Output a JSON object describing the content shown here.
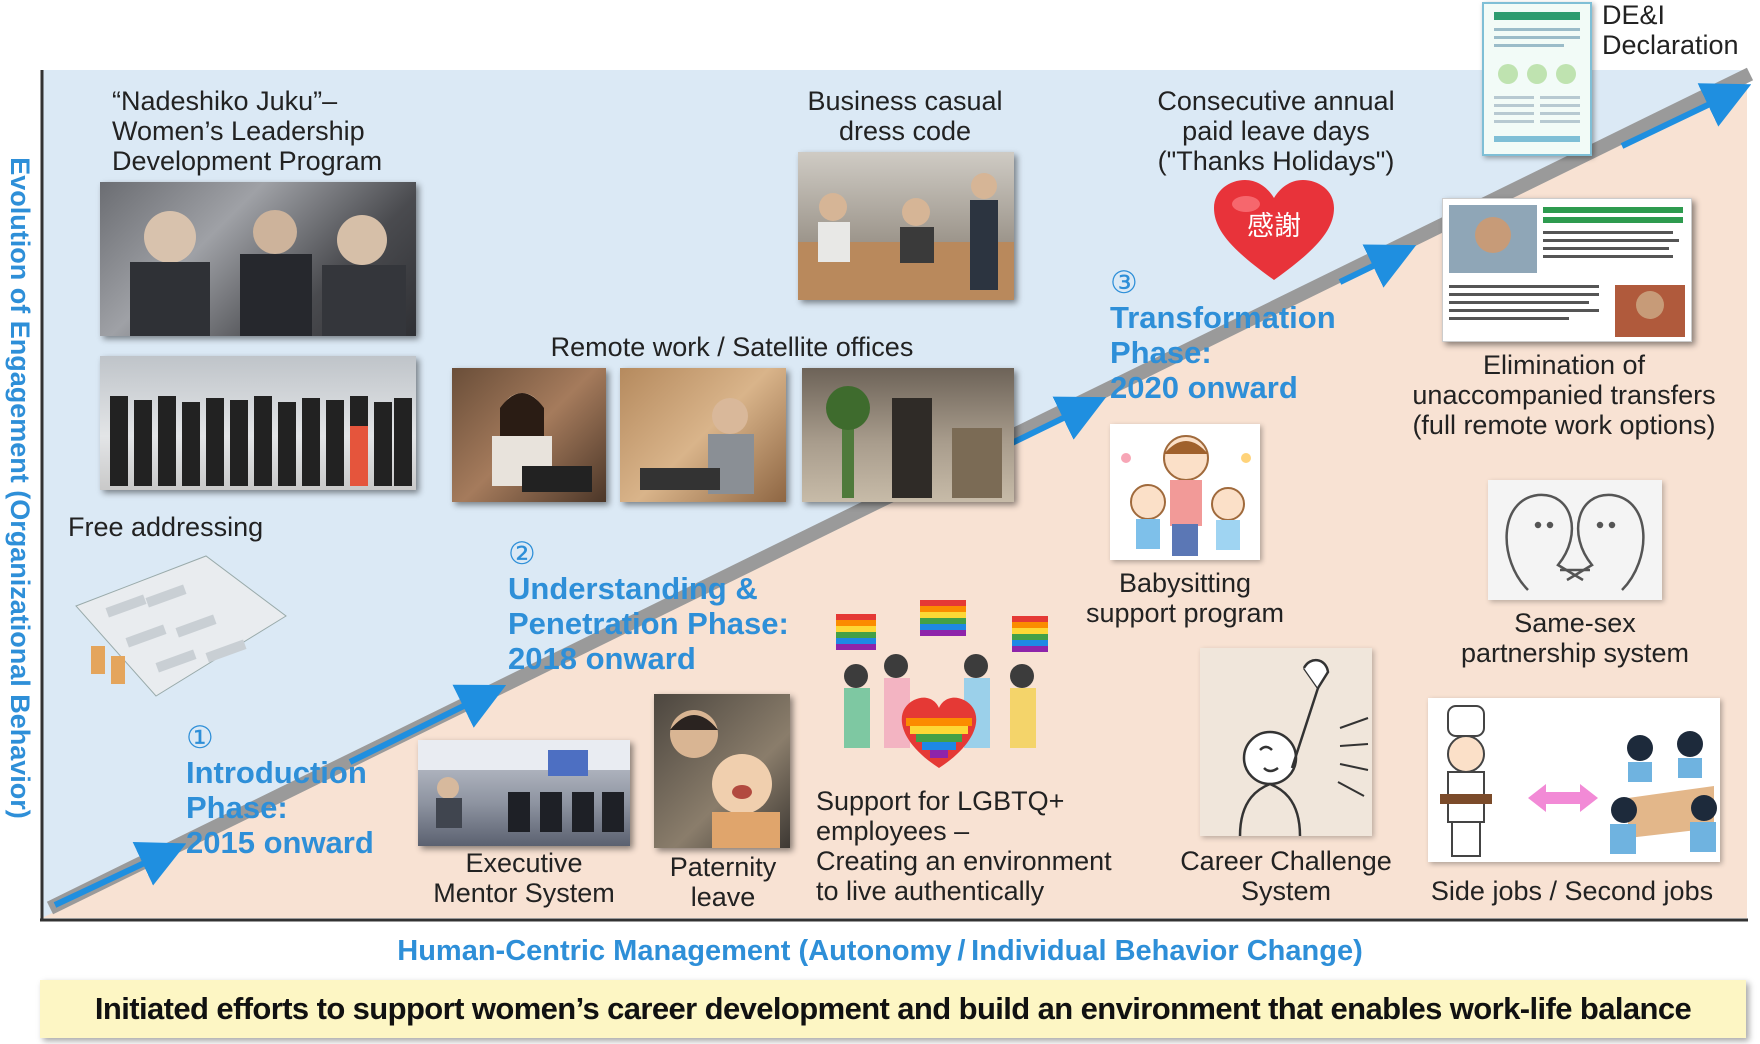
{
  "y_axis_label": "Evolution of Engagement (Organizational Behavior)",
  "x_axis_label": "Human-Centric Management (Autonomy / Individual Behavior Change)",
  "banner": "Initiated efforts to support women’s career development and build an environment that enables work-life balance",
  "phases": [
    {
      "number": "①",
      "lines": [
        "Introduction",
        "Phase:",
        "2015 onward"
      ]
    },
    {
      "number": "②",
      "lines": [
        "Understanding &",
        "Penetration Phase:",
        "2018 onward"
      ]
    },
    {
      "number": "③",
      "lines": [
        "Transformation",
        "Phase:",
        "2020 onward"
      ]
    }
  ],
  "items": {
    "nadeshiko": [
      "“Nadeshiko Juku”–",
      "Women’s Leadership",
      "Development Program"
    ],
    "free_addressing": [
      "Free addressing"
    ],
    "remote_work": [
      "Remote work / Satellite offices"
    ],
    "business_casual": [
      "Business casual",
      "dress code"
    ],
    "consecutive_leave": [
      "Consecutive annual",
      "paid leave days",
      "(\"Thanks Holidays\")"
    ],
    "dei": [
      "DE&I",
      "Declaration"
    ],
    "executive_mentor": [
      "Executive",
      "Mentor System"
    ],
    "paternity": [
      "Paternity",
      "leave"
    ],
    "lgbtq": [
      "Support for LGBTQ+",
      "employees –",
      "Creating an environment",
      "to live authentically"
    ],
    "babysitting": [
      "Babysitting",
      "support program"
    ],
    "career_challenge": [
      "Career Challenge",
      "System"
    ],
    "unaccompanied": [
      "Elimination of",
      "unaccompanied transfers",
      "(full remote work options)"
    ],
    "same_sex": [
      "Same-sex",
      "partnership system"
    ],
    "side_jobs": [
      "Side jobs / Second jobs"
    ]
  },
  "heart_text": "感謝",
  "colors": {
    "upper_bg": "#dbe9f5",
    "lower_bg": "#f8e2d3",
    "arrow": "#1f8fe0",
    "diagonal": "#9a9a9a",
    "phase_text": "#2e8fd8",
    "banner_bg": "#fdf6c4",
    "heart": "#e8333a"
  }
}
